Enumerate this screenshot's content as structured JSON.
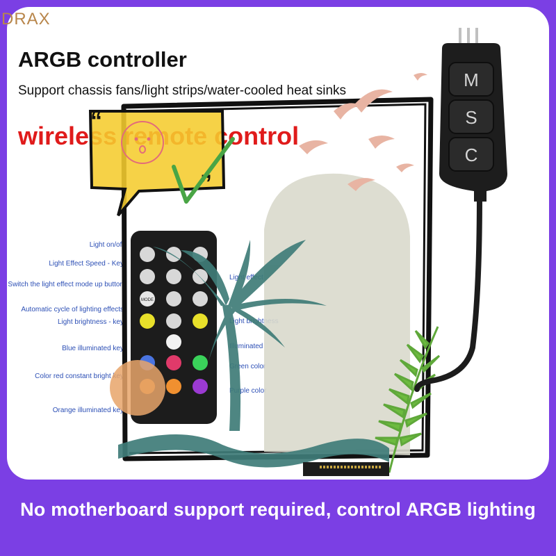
{
  "brand": "DRAX",
  "title": "ARGB controller",
  "subtitle": "Support chassis fans/light strips/water-cooled heat sinks",
  "headline": "wireless remote control",
  "controller_buttons": [
    "M",
    "S",
    "C"
  ],
  "remote_labels_left": [
    "Light on/off",
    "Light Effect Speed - Key",
    "Switch the light effect mode up button",
    "Automatic cycle of lighting effects",
    "Light brightness - key",
    "Blue illuminated key",
    "Color red constant bright key",
    "Orange illuminated key"
  ],
  "remote_labels_right": [
    "Light effect",
    "Light brightness",
    "Illuminated",
    "Green color",
    "Purple color"
  ],
  "remote_mode_key": "MODE",
  "footer": "No motherboard support required, control ARGB lighting",
  "colors": {
    "background": "#7b3fe4",
    "card": "#ffffff",
    "headline": "#e01b1b",
    "label": "#2c4fb5",
    "footer": "#ffffff"
  }
}
